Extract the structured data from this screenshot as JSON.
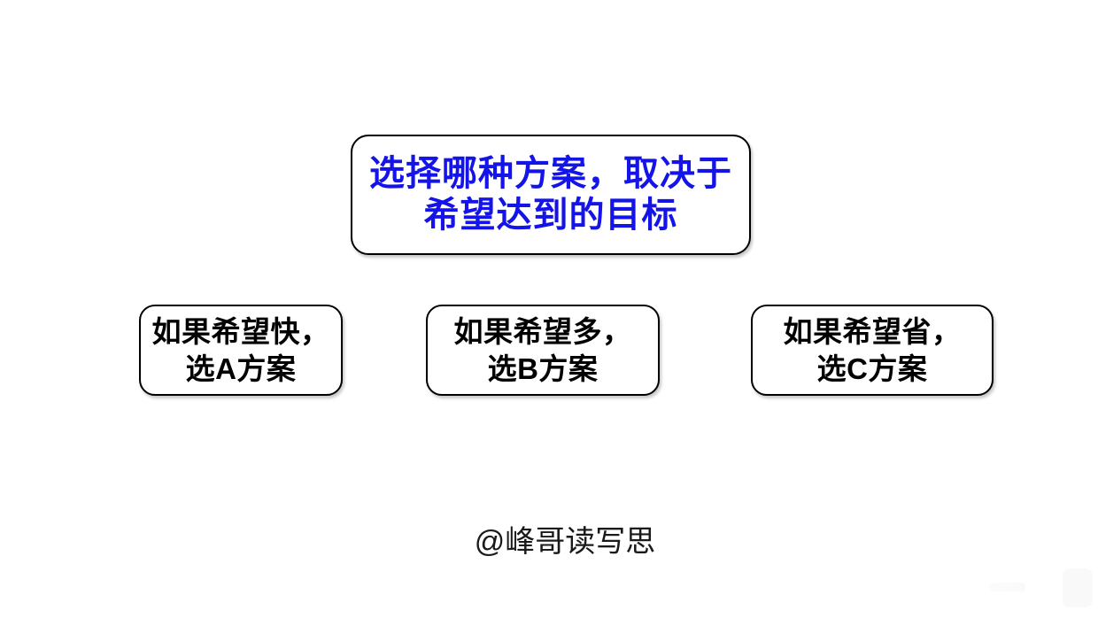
{
  "canvas": {
    "background": "#ffffff"
  },
  "colors": {
    "title_text": "#1414e8",
    "box_border": "#000000",
    "body_text": "#000000",
    "credit_text": "#1a1a1a"
  },
  "title_box": {
    "line1": "选择哪种方案，取决于",
    "line2": "希望达到的目标"
  },
  "option_boxes": [
    {
      "id": "A",
      "line1": "如果希望快，",
      "line2": "选A方案"
    },
    {
      "id": "B",
      "line1": "如果希望多，",
      "line2": "选B方案"
    },
    {
      "id": "C",
      "line1": "如果希望省，",
      "line2": "选C方案"
    }
  ],
  "credit": "@峰哥读写思"
}
